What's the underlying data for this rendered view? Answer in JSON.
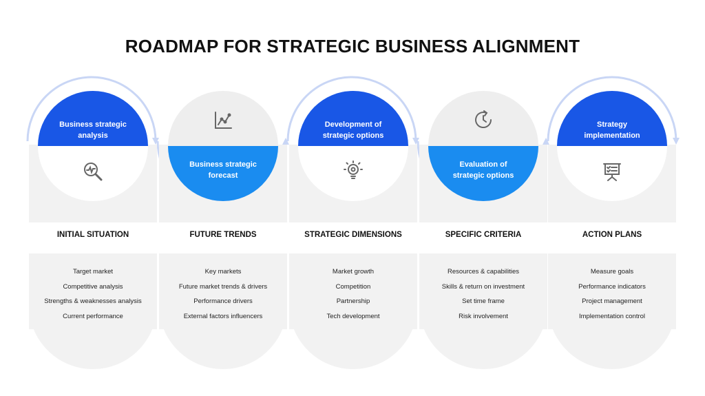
{
  "title": "ROADMAP FOR STRATEGIC BUSINESS ALIGNMENT",
  "steps": [
    {
      "label_line1": "Business strategic",
      "label_line2": "analysis",
      "icon": "magnifier-chart-icon",
      "category": "INITIAL SITUATION",
      "items": [
        "Target market",
        "Competitive analysis",
        "Strengths & weaknesses analysis",
        "Current performance"
      ]
    },
    {
      "label_line1": "Business strategic",
      "label_line2": "forecast",
      "icon": "line-chart-icon",
      "category": "FUTURE TRENDS",
      "items": [
        "Key markets",
        "Future market trends & drivers",
        "Performance drivers",
        "External factors influencers"
      ]
    },
    {
      "label_line1": "Development of",
      "label_line2": "strategic options",
      "icon": "lightbulb-gear-icon",
      "category": "STRATEGIC DIMENSIONS",
      "items": [
        "Market growth",
        "Competition",
        "Partnership",
        "Tech  development"
      ]
    },
    {
      "label_line1": "Evaluation of",
      "label_line2": "strategic options",
      "icon": "clock-refresh-icon",
      "category": "SPECIFIC CRITERIA",
      "items": [
        "Resources & capabilities",
        "Skills & return on investment",
        "Set time frame",
        "Risk involvement"
      ]
    },
    {
      "label_line1": "Strategy",
      "label_line2": "implementation",
      "icon": "presentation-board-icon",
      "category": "ACTION PLANS",
      "items": [
        "Measure goals",
        "Performance indicators",
        "Project management",
        "Implementation control"
      ]
    }
  ],
  "colors": {
    "primary_blue": "#1957e6",
    "light_blue": "#1a8cf0",
    "panel_grey": "#f2f2f2"
  }
}
